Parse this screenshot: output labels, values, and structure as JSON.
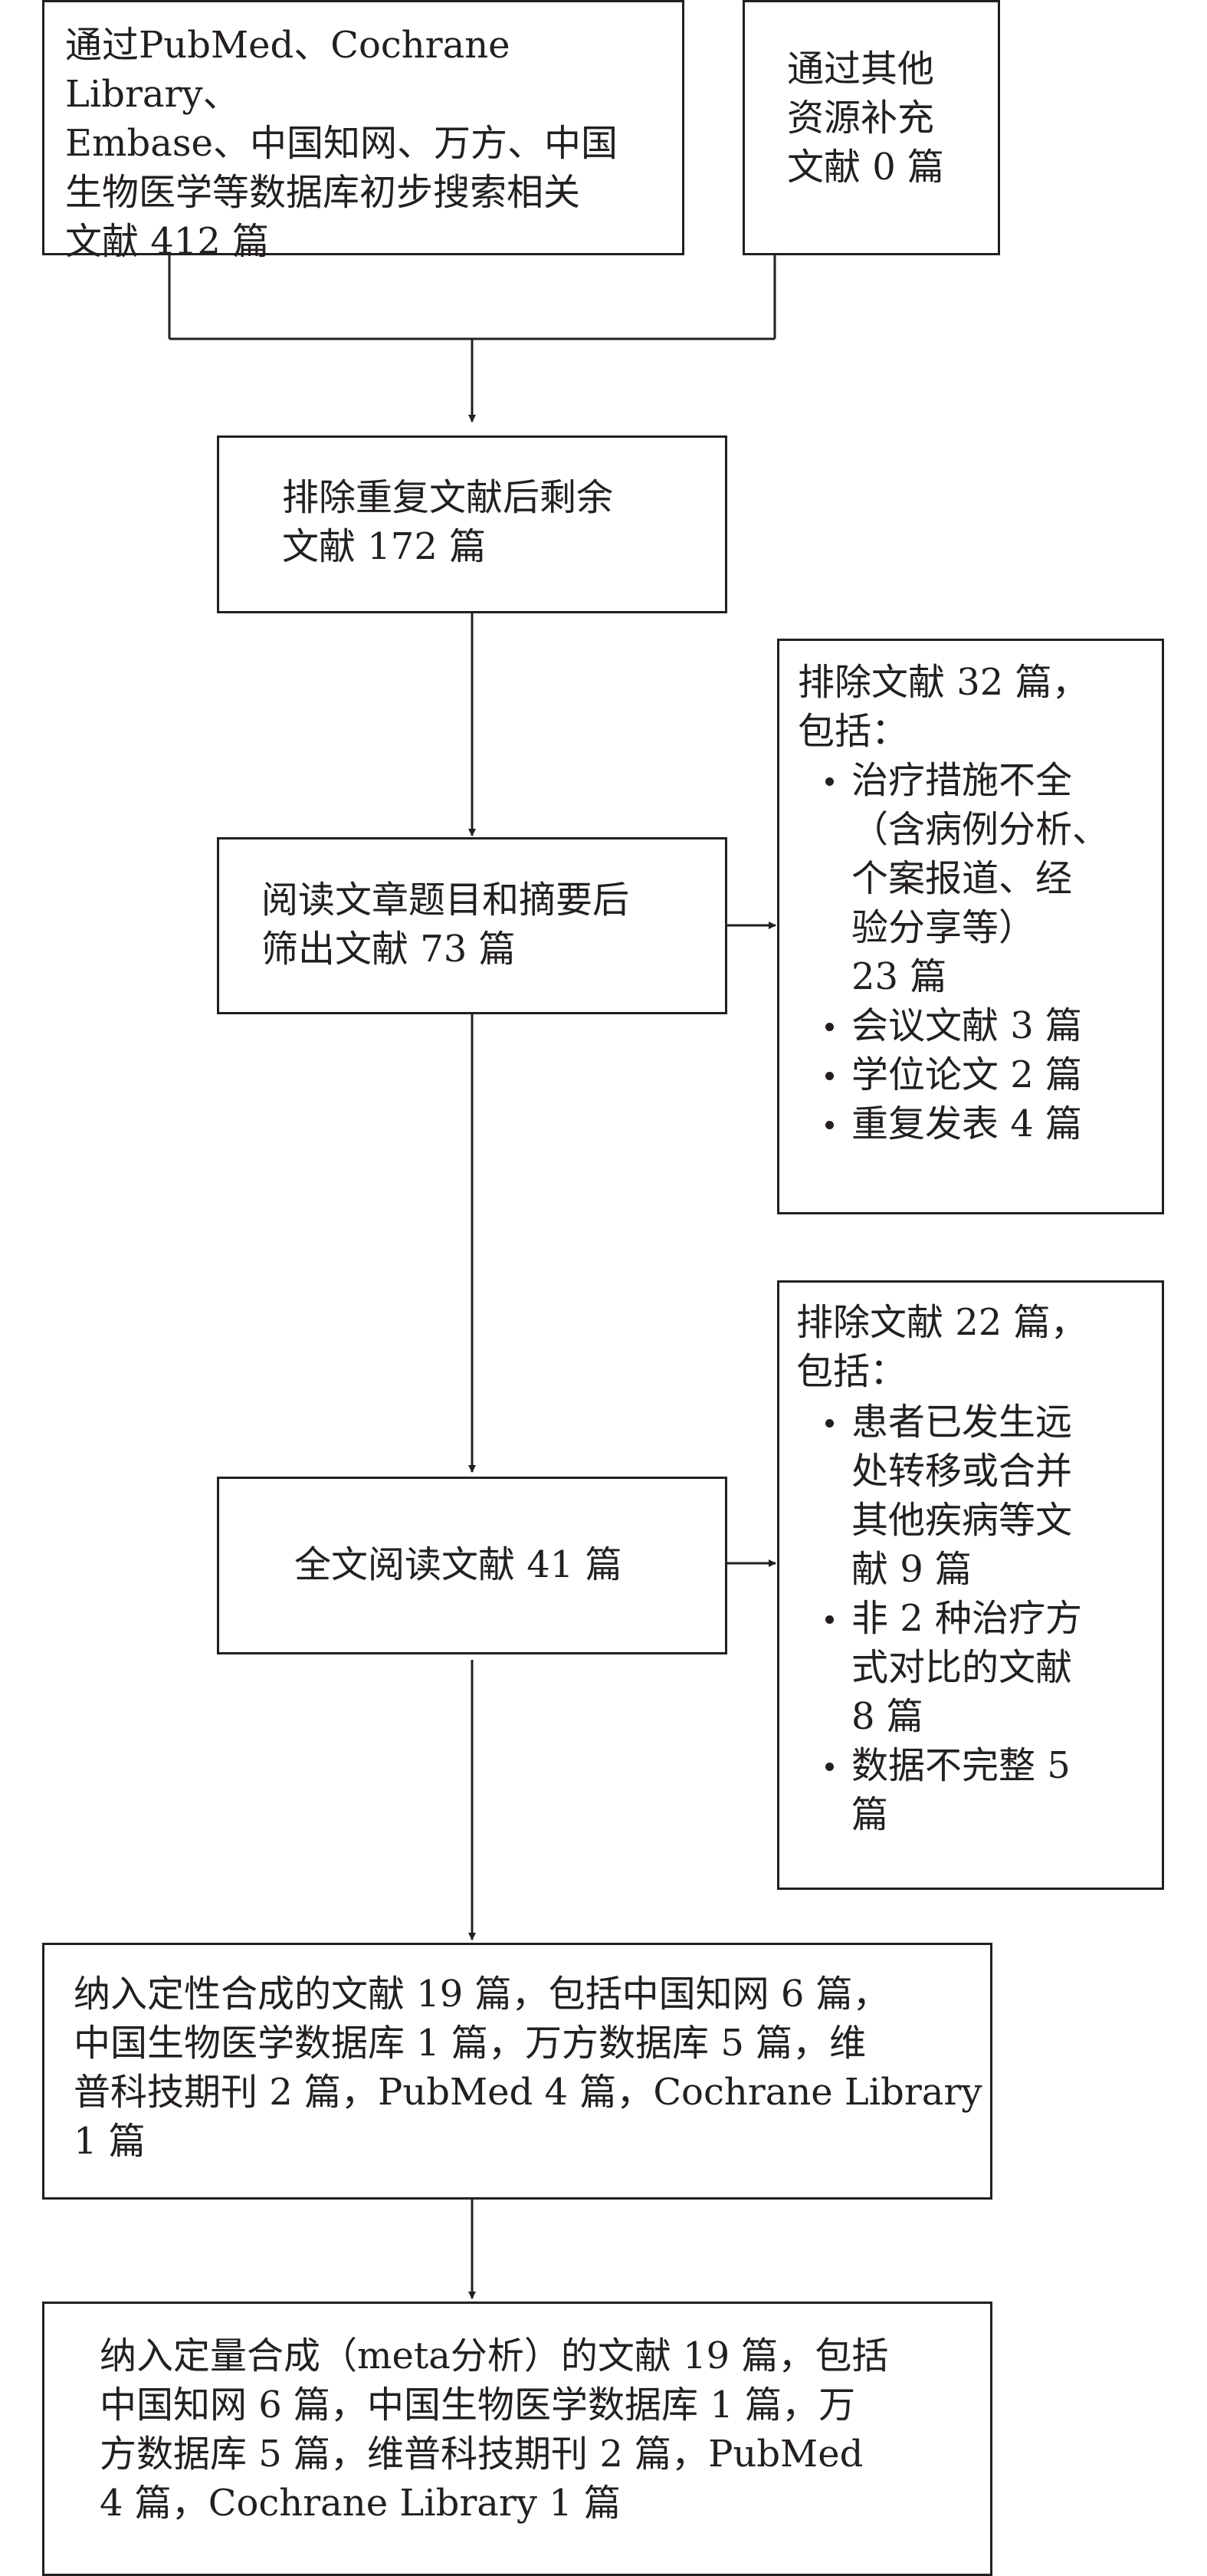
{
  "boxes": {
    "search": "通过PubMed、Cochrane Library、\nEmbase、中国知网、万方、中国\n生物医学等数据库初步搜索相关\n文献 412 篇",
    "other": "通过其他\n资源补充\n文献 0 篇",
    "dedup": "排除重复文献后剩余\n文献 172 篇",
    "screen": "阅读文章题目和摘要后\n筛出文献 73 篇",
    "fulltext": "全文阅读文献 41 篇",
    "qualitative": "纳入定性合成的文献 19 篇，包括中国知网 6 篇，\n中国生物医学数据库 1 篇，万方数据库 5 篇，维\n普科技期刊 2 篇，PubMed 4 篇，Cochrane Library\n1 篇",
    "quantitative": "纳入定量合成（meta分析）的文献 19 篇，包括\n中国知网 6 篇，中国生物医学数据库 1 篇，万\n方数据库 5 篇，维普科技期刊 2 篇，PubMed\n4 篇，Cochrane Library  1 篇"
  },
  "exclusion1": {
    "title": "排除文献 32 篇，\n包括：",
    "items": [
      "治疗措施不全\n（含病例分析、\n个案报道、经\n验分享等）\n23 篇",
      "会议文献 3 篇",
      "学位论文 2 篇",
      "重复发表 4 篇"
    ]
  },
  "exclusion2": {
    "title": "排除文献 22 篇，\n包括：",
    "items": [
      "患者已发生远\n处转移或合并\n其他疾病等文\n献 9 篇",
      "非 2 种治疗方\n式对比的文献\n8 篇",
      "数据不完整 5\n篇"
    ]
  },
  "colors": {
    "line": "#231f20",
    "background": "#ffffff"
  }
}
